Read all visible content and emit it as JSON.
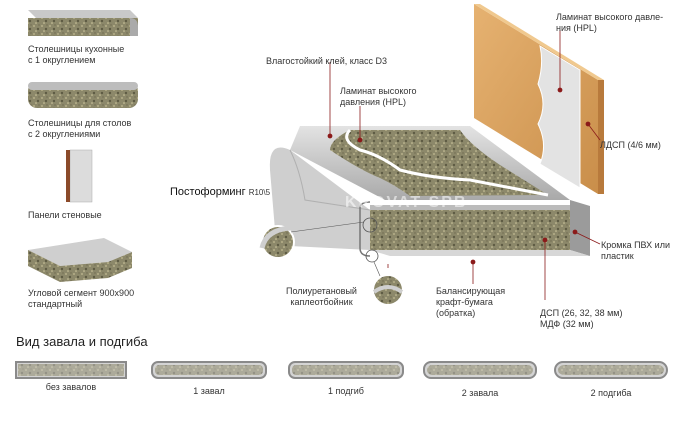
{
  "products": [
    {
      "label": "Столешницы кухонные\nс 1 округлением"
    },
    {
      "label": "Столешницы для столов\nс 2 округлениями"
    },
    {
      "label": "Панели стеновые"
    },
    {
      "label": "Угловой сегмент 900х900\nстандартный"
    }
  ],
  "diagram": {
    "callouts": {
      "glue": "Влагостойкий клей, класс D3",
      "hpl_top": "Ламинат высокого\nдавления (HPL)",
      "hpl_panel": "Ламинат высокого давле-\nния (HPL)",
      "ldsp": "ЛДСП (4/6 мм)",
      "postforming": "Постоформинг",
      "postforming_radius": "R10\\5",
      "edge": "Кромка ПВХ или\nпластик",
      "drip": "Полиуретановый\nкаплеотбойник",
      "kraft": "Балансирующая\nкрафт-бумага\n(обратка)",
      "core": "ДСП (26, 32, 38 мм)\nМДФ (32 мм)"
    },
    "watermark": "KROVAT-SPB"
  },
  "profiles": {
    "title": "Вид завала и подгиба",
    "items": [
      {
        "label": "без завалов"
      },
      {
        "label": "1 завал"
      },
      {
        "label": "1 подгиб"
      },
      {
        "label": "2 завала"
      },
      {
        "label": "2 подгиба"
      }
    ]
  },
  "colors": {
    "laminate": "#c9c9c9",
    "chipboard": "#8f8a6a",
    "board_wood": "#d9a15f",
    "line": "#8b1a1a"
  }
}
